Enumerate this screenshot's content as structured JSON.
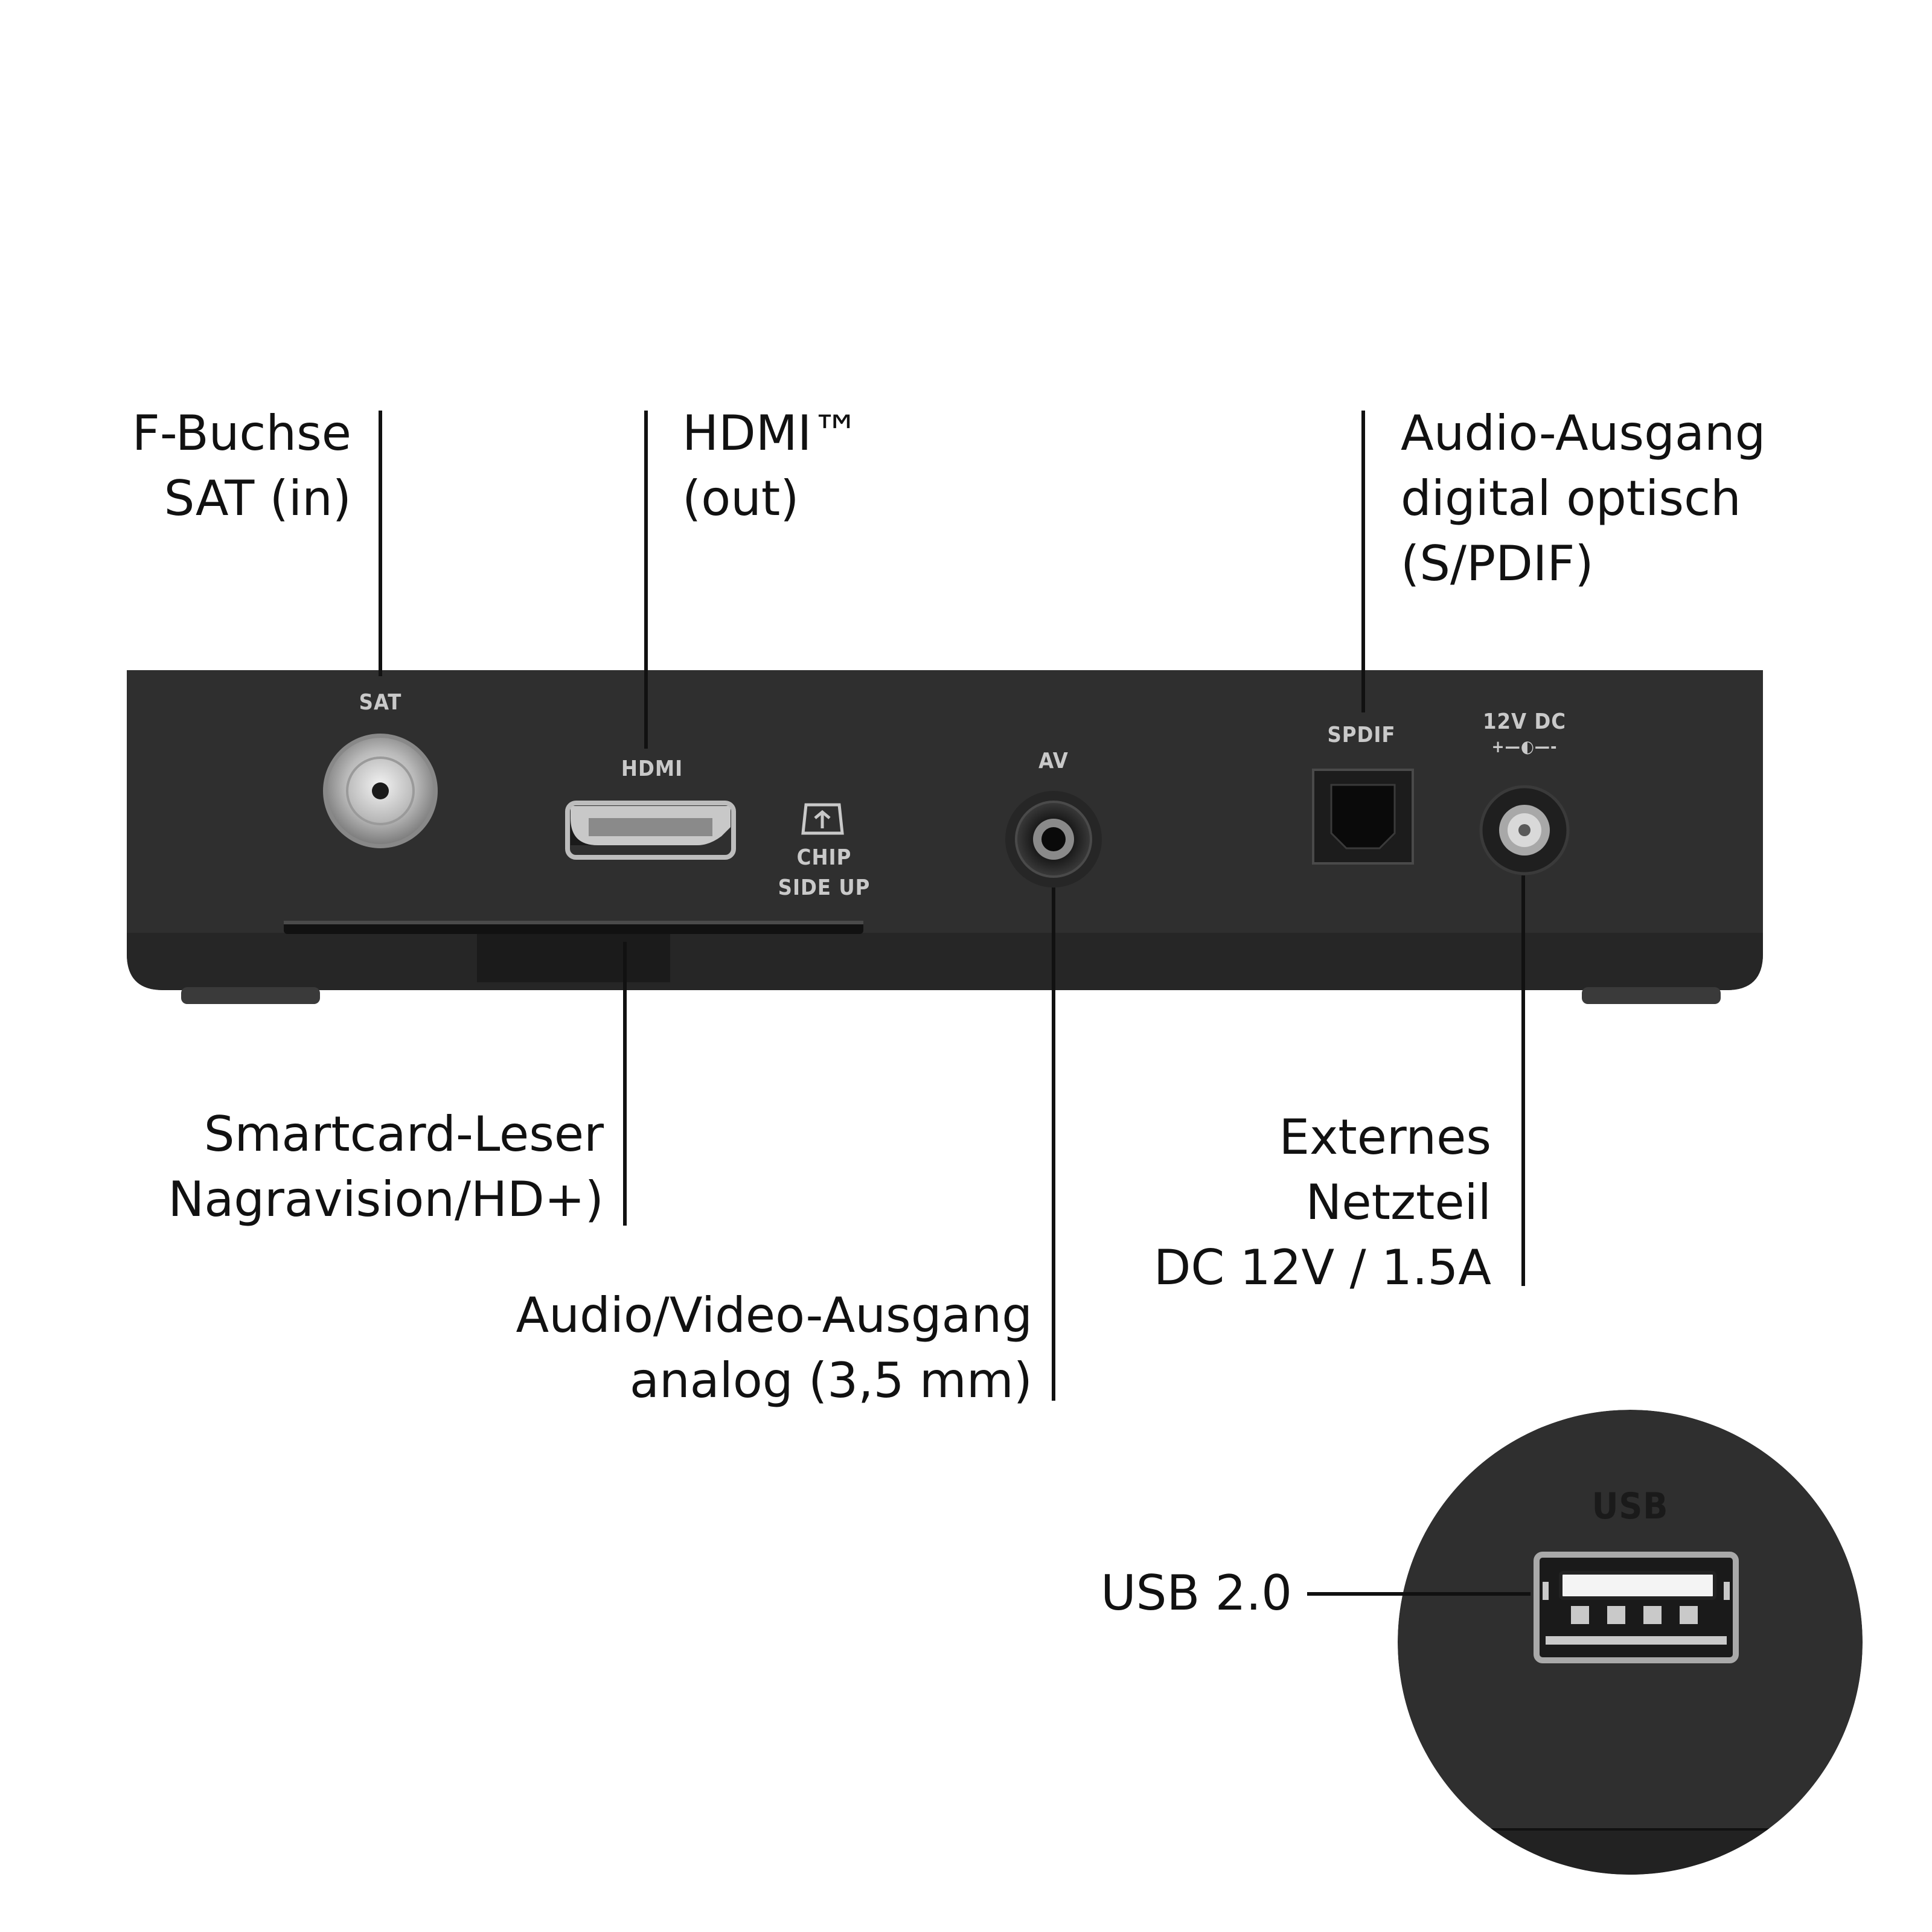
{
  "callouts": {
    "sat": {
      "line1": "F-Buchse",
      "line2": "SAT (in)"
    },
    "hdmi": {
      "line1": "HDMI™",
      "line2": "(out)"
    },
    "spdif": {
      "line1": "Audio-Ausgang",
      "line2": "digital optisch",
      "line3": "(S/PDIF)"
    },
    "smartcard": {
      "line1": "Smartcard-Leser",
      "line2": "Nagravision/HD+)"
    },
    "av": {
      "line1": "Audio/Video-Ausgang",
      "line2": "analog (3,5 mm)"
    },
    "power": {
      "line1": "Externes",
      "line2": "Netzteil",
      "line3": "DC 12V / 1.5A"
    },
    "usb": {
      "line1": "USB 2.0"
    }
  },
  "port_labels": {
    "sat": "SAT",
    "hdmi": "HDMI",
    "chip1": "CHIP",
    "chip2": "SIDE UP",
    "av": "AV",
    "spdif": "SPDIF",
    "dc1": "12V DC",
    "dc2": "+—◐—-",
    "usb": "USB"
  },
  "colors": {
    "device_body": "#2f2f2f",
    "device_bottom": "#262626",
    "label_text": "#c9c9c9",
    "callout_text": "#111111"
  }
}
